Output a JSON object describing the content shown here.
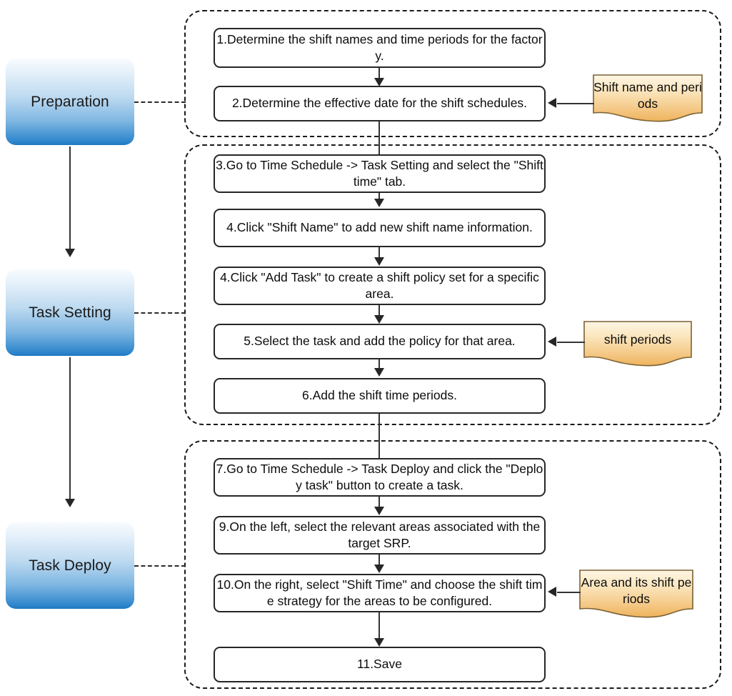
{
  "diagram": {
    "title": "Shift schedule configuration flowchart",
    "colors": {
      "phase_fill_top": "#f7fbfe",
      "phase_fill_bottom": "#1f78c1",
      "note_fill_top": "#fdf3dc",
      "note_fill_bottom": "#eeb35c",
      "note_border": "#7a6134",
      "box_border": "#262626",
      "connector": "#343434",
      "group_border": "#1a1a1a"
    }
  },
  "phases": [
    {
      "id": "preparation",
      "label": "Preparation"
    },
    {
      "id": "task-setting",
      "label": "Task Setting"
    },
    {
      "id": "task-deploy",
      "label": "Task Deploy"
    }
  ],
  "groups": [
    {
      "id": "preparation-group",
      "steps": [
        {
          "id": "step-1",
          "text": "1.Determine the shift names and time periods for the factory."
        },
        {
          "id": "step-2",
          "text": "2.Determine the effective date for the shift schedules."
        }
      ],
      "note": {
        "id": "note-shift-name-and-periods",
        "text": "Shift name and periods",
        "target": "step-2"
      }
    },
    {
      "id": "task-setting-group",
      "steps": [
        {
          "id": "step-3",
          "text": "3.Go to Time Schedule -> Task Setting and select the \"Shift time\" tab."
        },
        {
          "id": "step-4a",
          "text": "4.Click \"Shift Name\" to add new shift name information."
        },
        {
          "id": "step-4b",
          "text": "4.Click \"Add Task\" to create a shift policy set for a specific area."
        },
        {
          "id": "step-5",
          "text": "5.Select the task and add the policy for that area."
        },
        {
          "id": "step-6",
          "text": "6.Add the shift time periods."
        }
      ],
      "note": {
        "id": "note-shift-periods",
        "text": "shift periods",
        "target": "step-5"
      }
    },
    {
      "id": "task-deploy-group",
      "steps": [
        {
          "id": "step-7",
          "text": "7.Go to Time Schedule -> Task Deploy and click the \"Deploy task\" button to create a task."
        },
        {
          "id": "step-9",
          "text": "9.On the left, select the relevant areas associated with the target SRP."
        },
        {
          "id": "step-10",
          "text": "10.On the right, select \"Shift Time\" and choose the shift time strategy for the areas to be configured."
        },
        {
          "id": "step-11",
          "text": "11.Save"
        }
      ],
      "note": {
        "id": "note-area-and-its-shift-periods",
        "text": "Area and its shift periods",
        "target": "step-10"
      }
    }
  ]
}
